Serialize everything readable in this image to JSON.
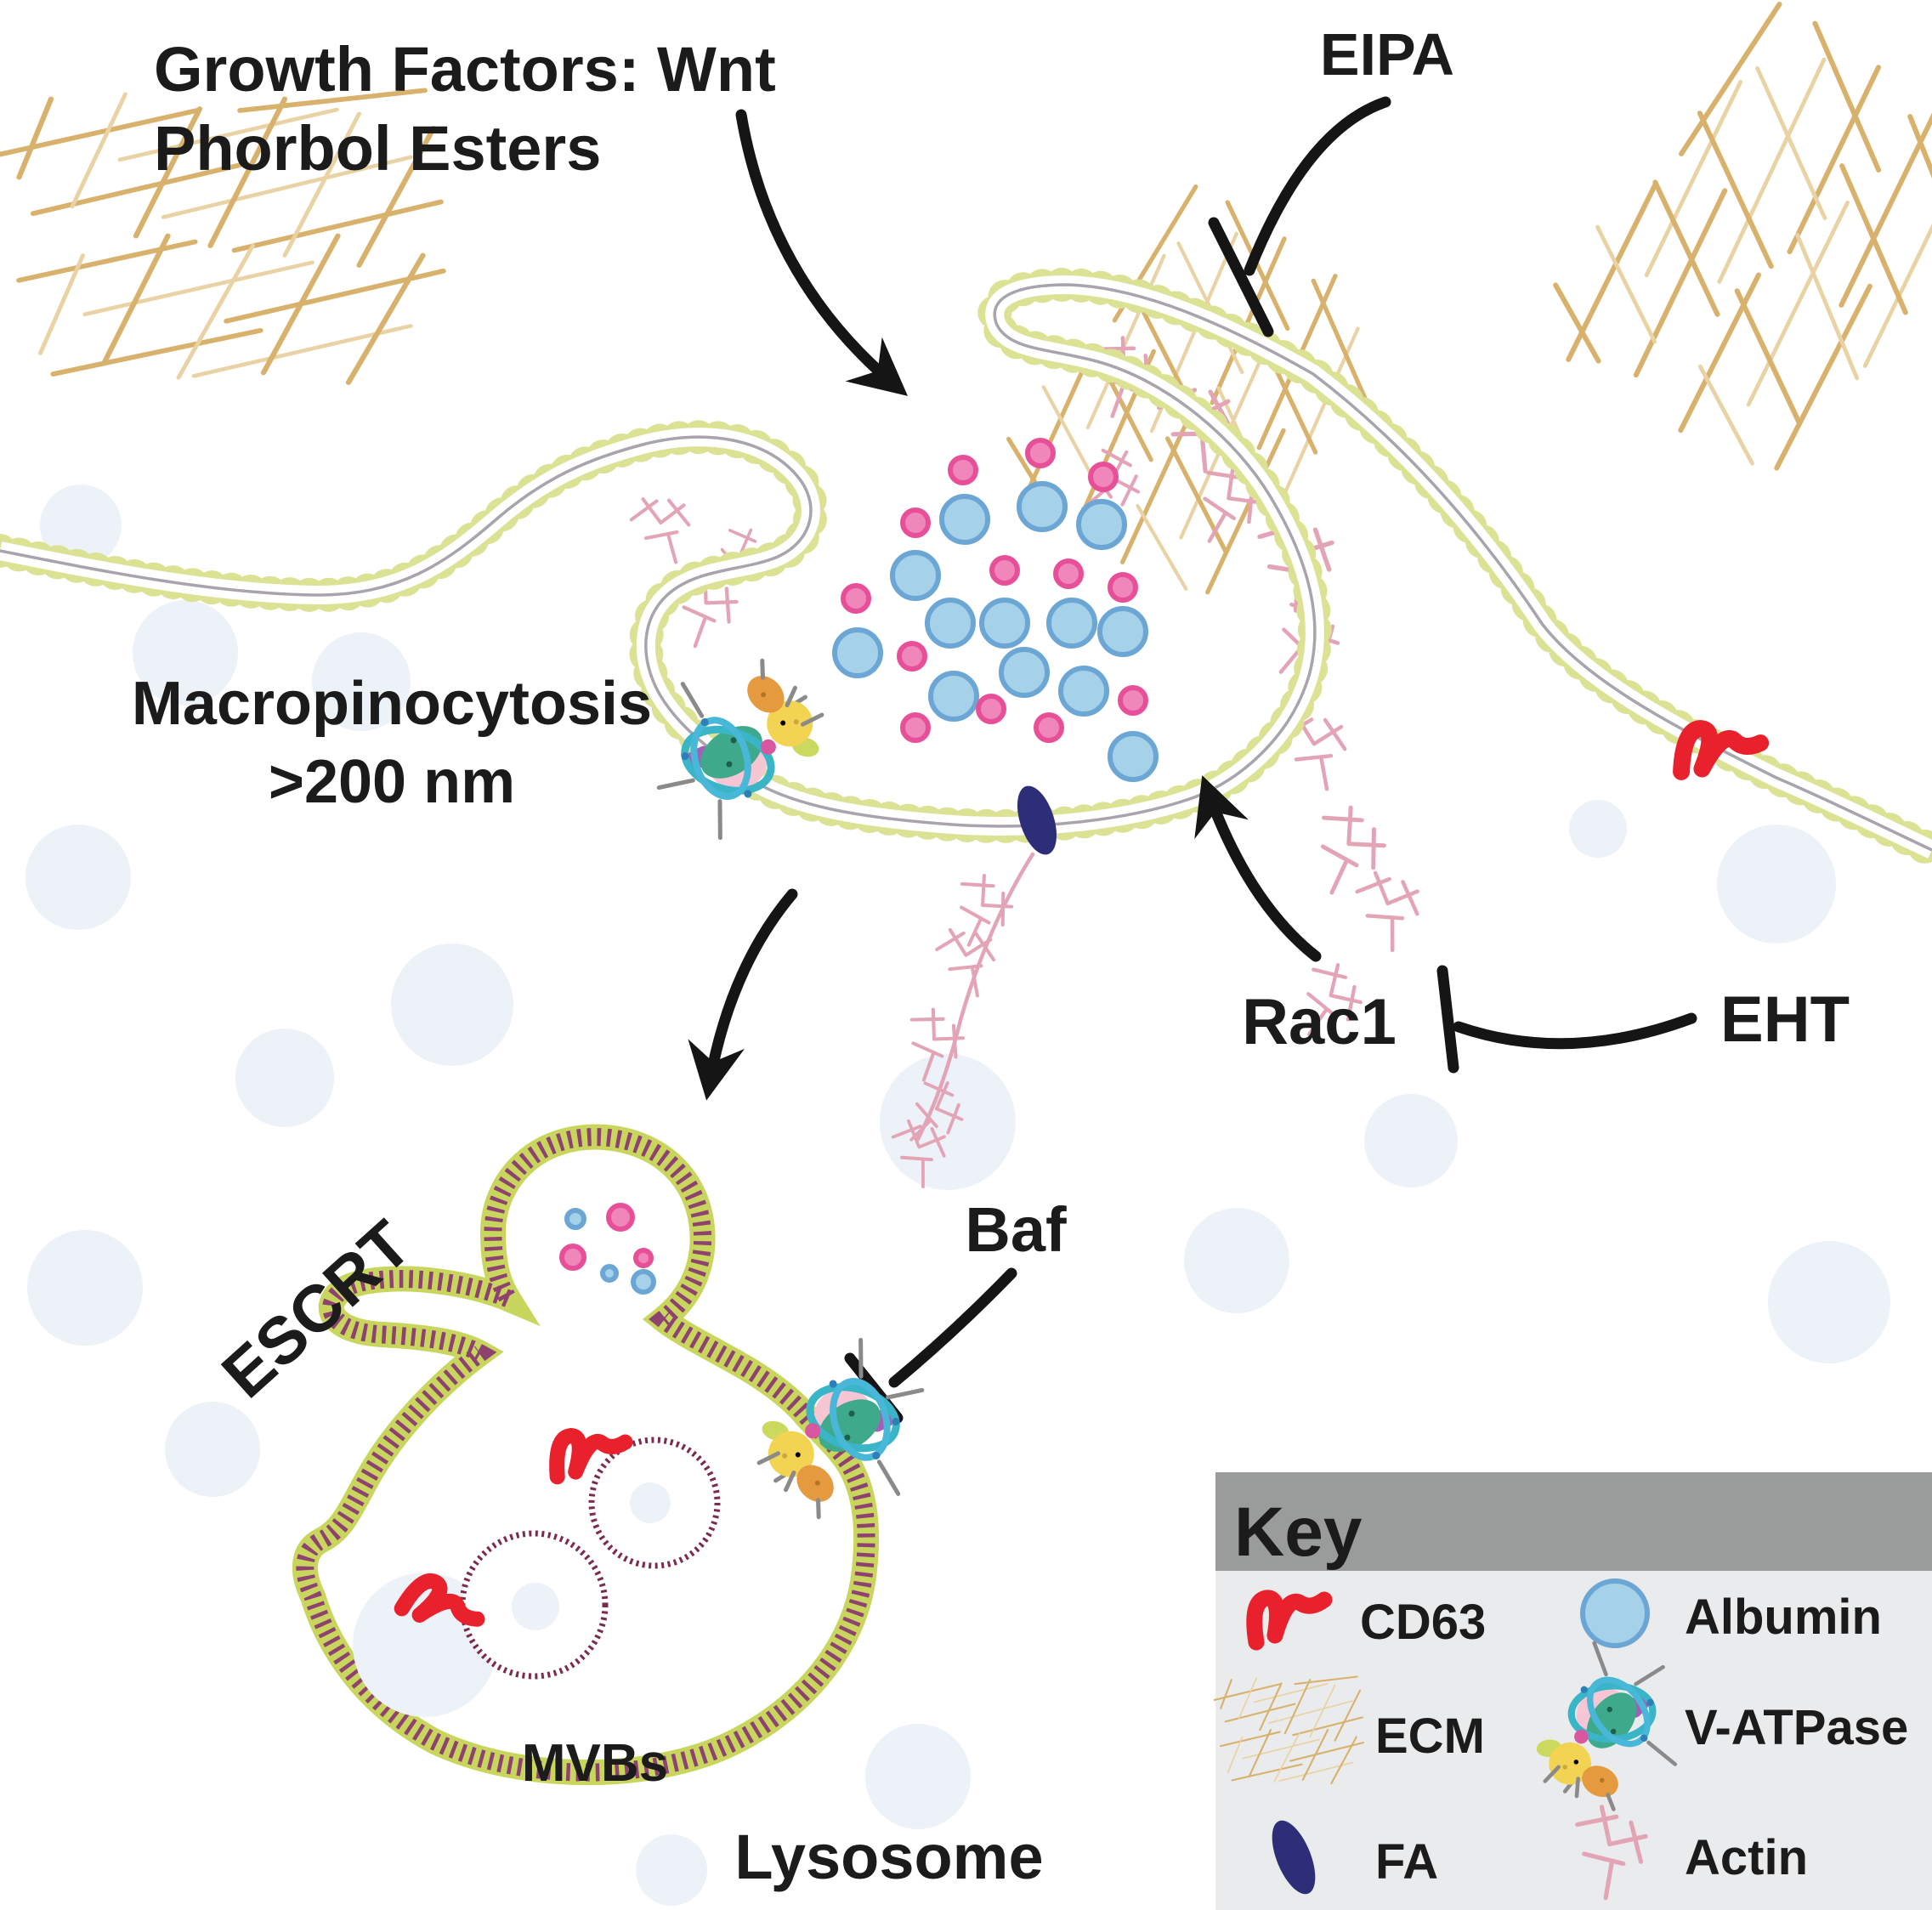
{
  "annotations": {
    "growth_factors_line1": "Growth Factors: Wnt",
    "growth_factors_line2": "Phorbol Esters",
    "eipa": "EIPA",
    "macropinocytosis_line1": "Macropinocytosis",
    "macropinocytosis_line2": ">200 nm",
    "rac1": "Rac1",
    "eht": "EHT",
    "escrt": "ESCRT",
    "baf": "Baf",
    "mvbs": "MVBs",
    "lysosome": "Lysosome"
  },
  "key": {
    "title": "Key",
    "entries": [
      {
        "label": "CD63",
        "icon": "cd63-icon"
      },
      {
        "label": "Albumin",
        "icon": "albumin-icon"
      },
      {
        "label": "ECM",
        "icon": "ecm-icon"
      },
      {
        "label": "V-ATPase",
        "icon": "v-atpase-icon"
      },
      {
        "label": "FA",
        "icon": "fa-icon"
      },
      {
        "label": "Actin",
        "icon": "actin-icon"
      }
    ]
  },
  "colors": {
    "text_color": "#1b1b1b",
    "membrane_head": "#dce294",
    "membrane_line": "#a9a3ad",
    "lysosome_outline": "#c9d65e",
    "lysosome_stripe": "#8e4270",
    "mvb_stroke": "#7c2b50",
    "albumin_fill": "#a5d1e9",
    "albumin_border": "#6ba6d4",
    "cargo_pink": "#ef87bb",
    "cargo_pink_border": "#e75098",
    "cd63_red": "#e8212d",
    "ecm_tan": "#d8b26c",
    "actin_pink": "#e3a4b6",
    "fa_navy": "#2e2d78",
    "key_header_bg": "#9a9b9b",
    "key_body_bg": "#e9ebec"
  }
}
